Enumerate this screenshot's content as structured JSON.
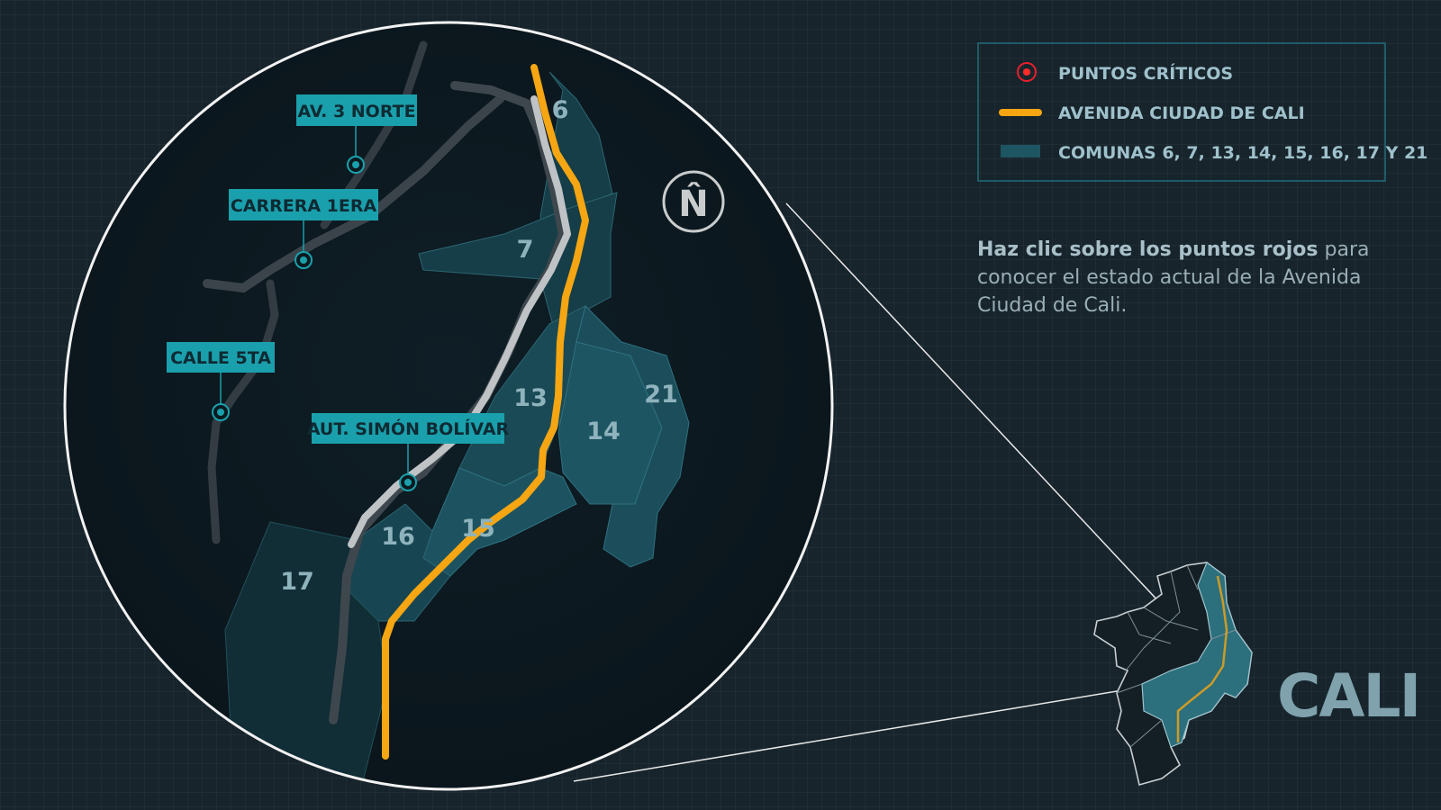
{
  "legend": {
    "items": [
      {
        "label": "PUNTOS CRÍTICOS",
        "symbol": "critical-point",
        "color": "#ff2b2b"
      },
      {
        "label": "AVENIDA CIUDAD DE CALI",
        "symbol": "avenue-line",
        "color": "#f5a612"
      },
      {
        "label": "COMUNAS 6, 7, 13, 14, 15, 16, 17 Y 21",
        "symbol": "comuna-area",
        "color": "#1e5562"
      }
    ]
  },
  "instructions": {
    "bold": "Haz clic sobre los puntos rojos",
    "rest": "para conocer el estado actual de la Avenida Ciudad de Cali."
  },
  "north_symbol": "N̂",
  "city": "CALI",
  "road_labels": {
    "av3norte": "AV. 3 NORTE",
    "carrera1": "CARRERA 1ERA",
    "calle5": "CALLE 5TA",
    "simon": "AUT. SIMÓN BOLÍVAR"
  },
  "comunas": {
    "c6": "6",
    "c7": "7",
    "c13": "13",
    "c14": "14",
    "c15": "15",
    "c16": "16",
    "c17": "17",
    "c21": "21"
  },
  "colors": {
    "background": "#17242c",
    "avenue": "#f5a612",
    "comuna_fill": "#1e5562",
    "label_bg": "#1aa0ac",
    "road_gray": "#3a4349"
  }
}
